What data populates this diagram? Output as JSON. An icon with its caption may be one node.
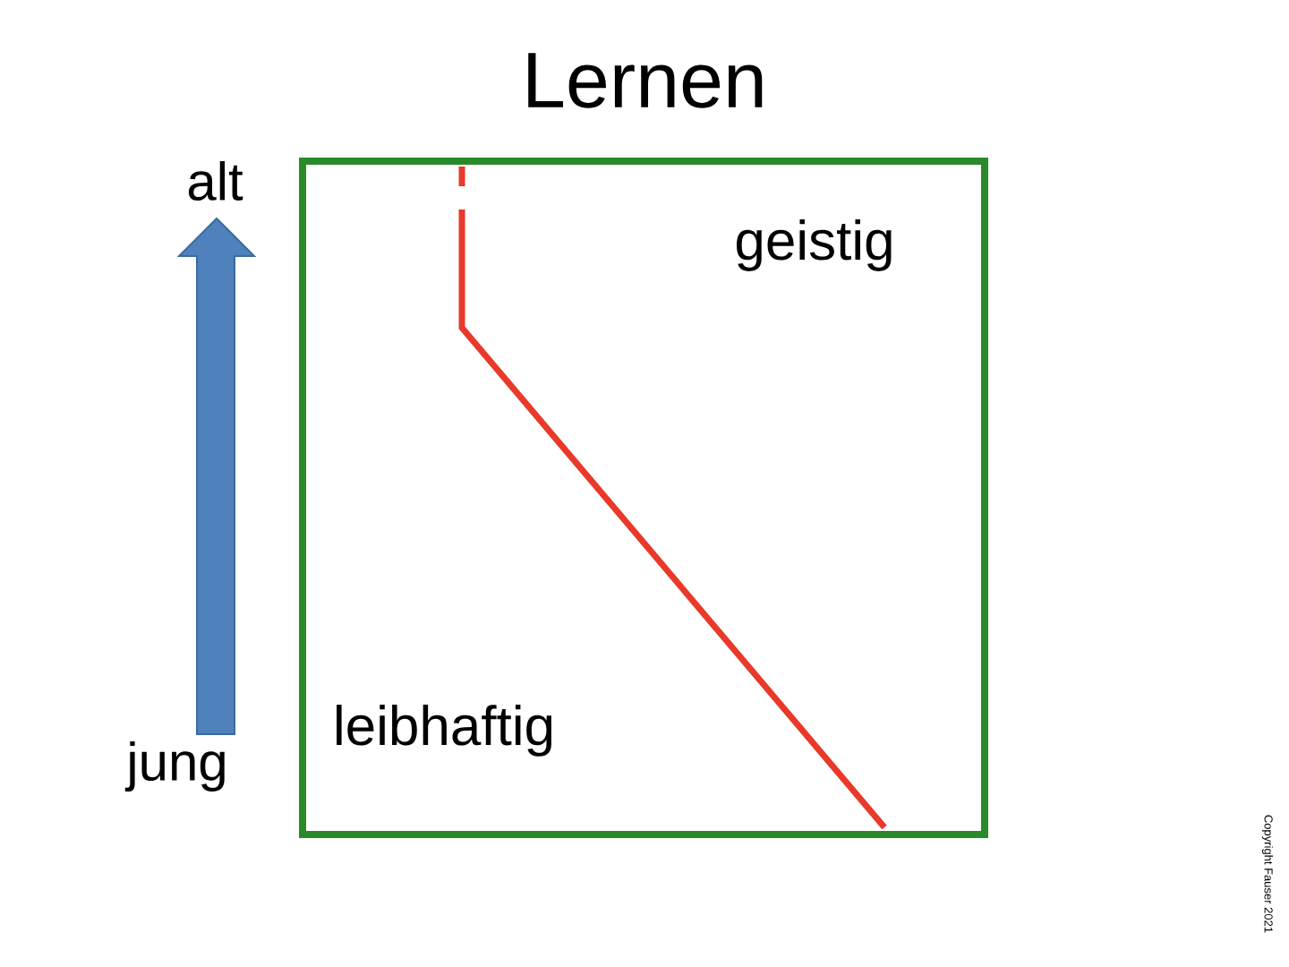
{
  "diagram": {
    "title": "Lernen",
    "nodes": [
      {
        "text": [
          "geistig",
          "leibhaftig"
        ]
      }
    ],
    "labels": [
      "alt",
      "jung",
      "Copyright Fauser 2021"
    ]
  }
}
